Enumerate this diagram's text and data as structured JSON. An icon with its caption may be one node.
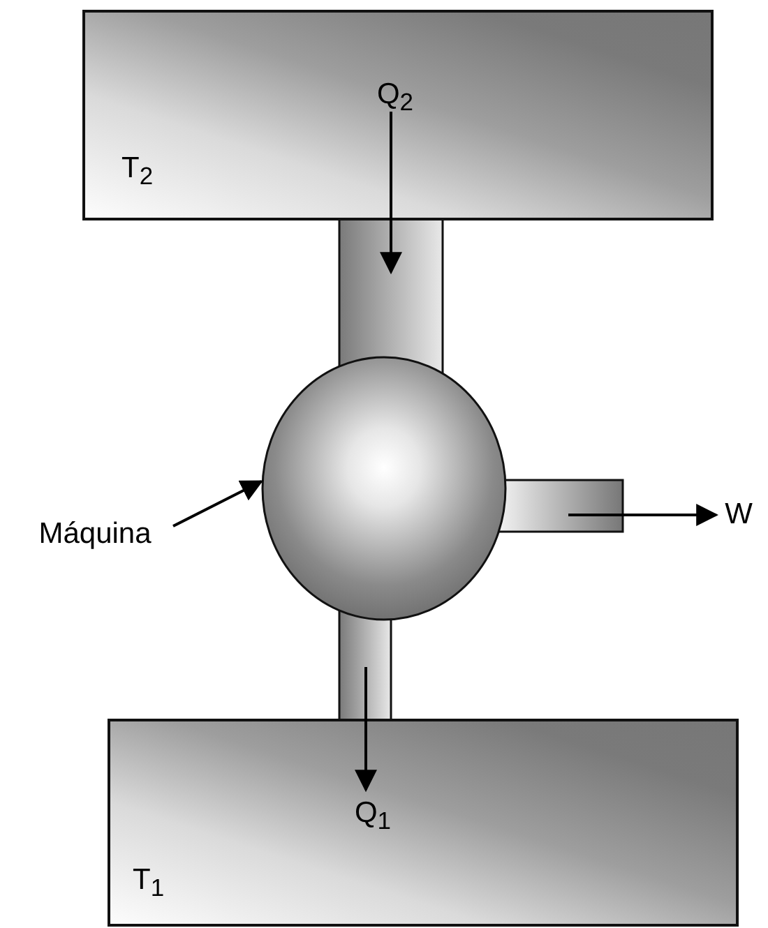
{
  "diagram": {
    "nodes": [
      {
        "text": [
          "T$_{2}$"
        ]
      },
      {
        "text": [
          "Q$_{2}$"
        ],
        "in": 0
      },
      {
        "text": [],
        "shape": "circle"
      },
      {
        "text": [
          "Máquina"
        ]
      },
      {
        "text": [
          "W"
        ]
      },
      {
        "text": [
          "T$_{1}$"
        ]
      },
      {
        "text": [
          "Q$_{1}$"
        ],
        "in": 5
      }
    ],
    "edges": [
      {
        "from": 1,
        "to": null,
        "arrow": "to"
      },
      {
        "from": 3,
        "to": 2,
        "arrow": "to"
      },
      {
        "from": null,
        "to": 4,
        "arrow": "to"
      },
      {
        "from": null,
        "to": 6,
        "arrow": "to"
      }
    ]
  }
}
